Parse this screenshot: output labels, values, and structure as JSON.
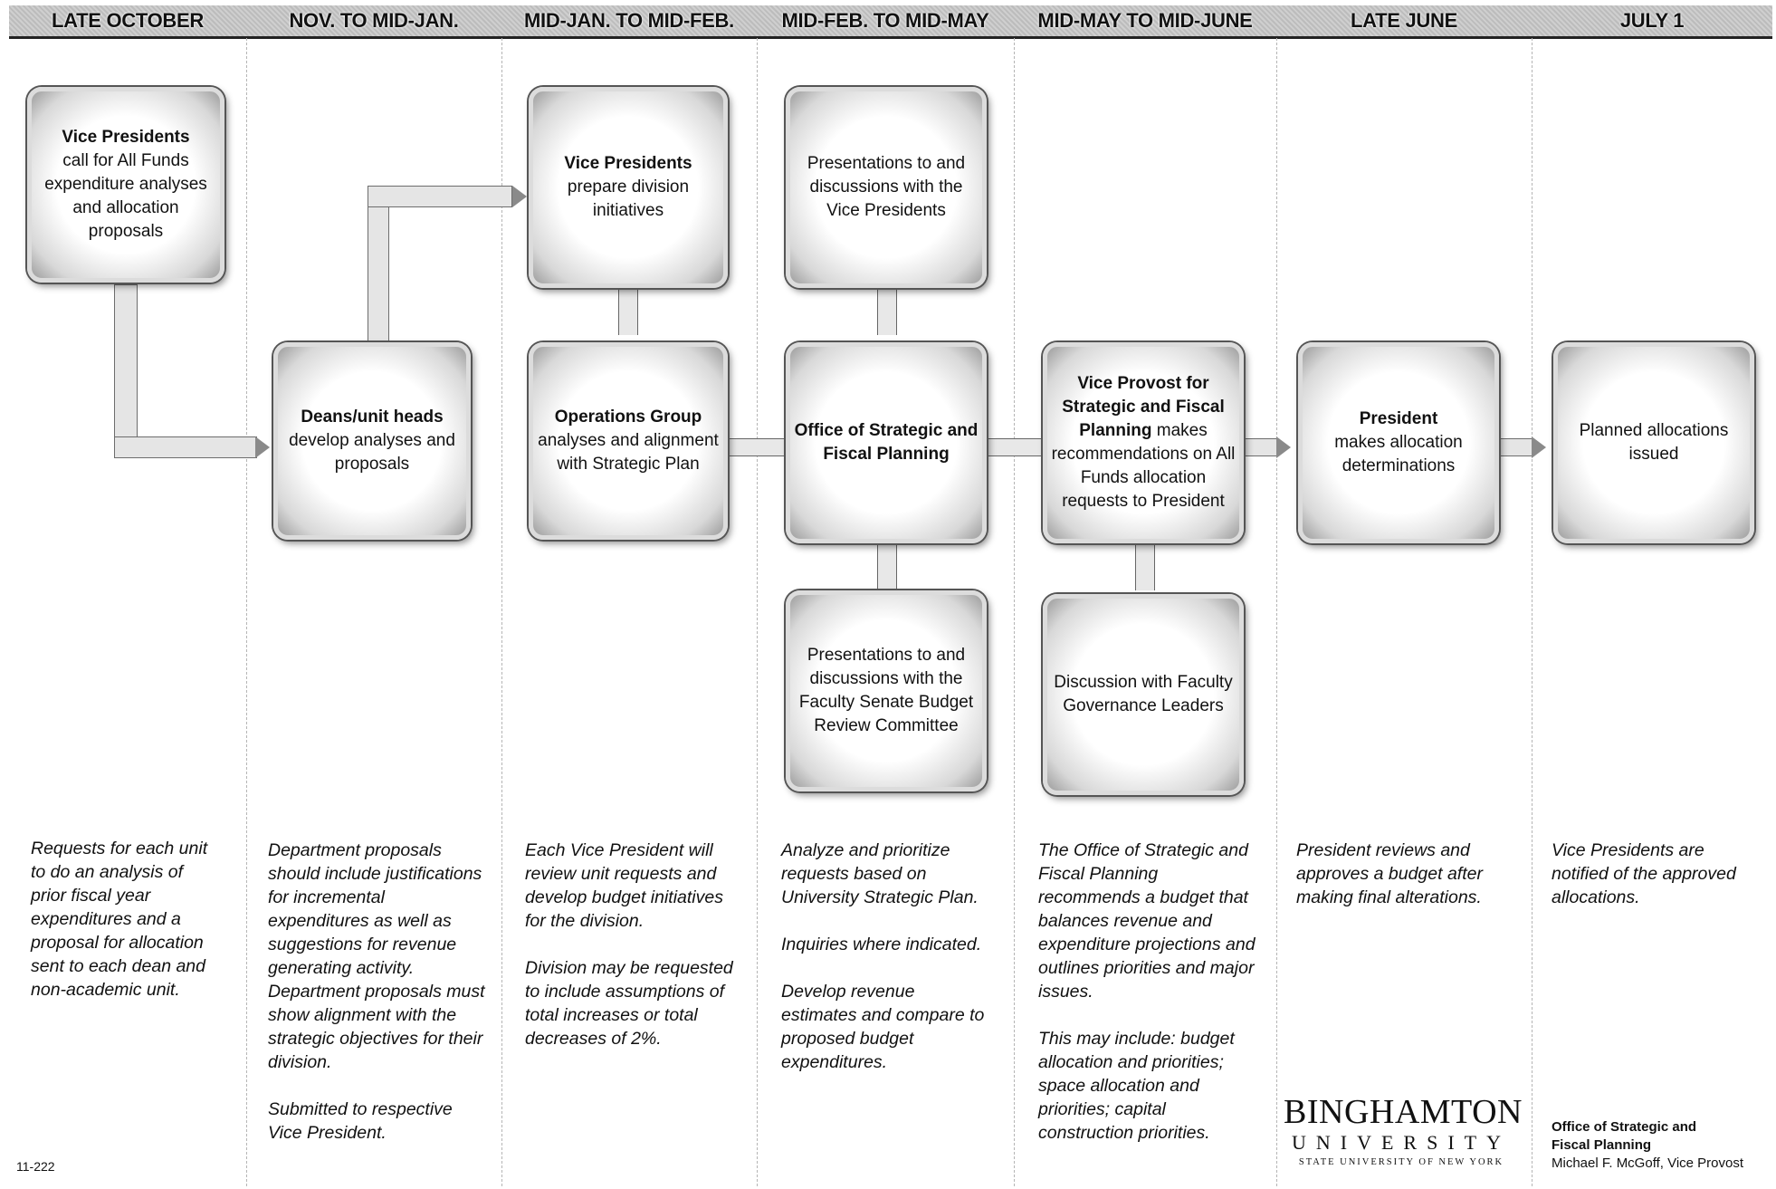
{
  "columns": [
    "LATE OCTOBER",
    "NOV. TO MID-JAN.",
    "MID-JAN. TO MID-FEB.",
    "MID-FEB. TO MID-MAY",
    "MID-MAY TO MID-JUNE",
    "LATE JUNE",
    "JULY 1"
  ],
  "boxes": {
    "vp_call": {
      "bold": "Vice Presidents",
      "text": "call for All Funds expenditure analyses and allocation proposals"
    },
    "deans": {
      "bold": "Deans/unit heads",
      "text": "develop analyses and proposals"
    },
    "vp_prepare": {
      "bold": "Vice Presidents",
      "text": "prepare division initiatives"
    },
    "ops_group": {
      "bold": "Operations Group",
      "text": "analyses and alignment with Strategic Plan"
    },
    "pres_vp": {
      "bold": "",
      "text": "Presentations to and discussions with the Vice Presidents"
    },
    "osfp": {
      "bold": "Office of Strategic and Fiscal Planning",
      "text": ""
    },
    "pres_senate": {
      "bold": "",
      "text": "Presentations to and discussions with the Faculty Senate Budget Review Committee"
    },
    "vice_provost": {
      "bold": "Vice Provost for Strategic and Fiscal Planning",
      "text": "makes recommendations on All Funds allocation requests to President"
    },
    "faculty_gov": {
      "bold": "",
      "text": "Discussion with Faculty Governance Leaders"
    },
    "president": {
      "bold": "President",
      "text": "makes allocation determinations"
    },
    "planned": {
      "bold": "",
      "text": "Planned allocations issued"
    }
  },
  "notes": {
    "col1": [
      "Requests for each unit to do an analysis of prior fiscal year expenditures and a proposal for allocation sent to each dean and non-academic unit."
    ],
    "col2": [
      "Department proposals should include justifications for incremental expenditures as well as suggestions for revenue generating activity. Department proposals must show alignment with the strategic objectives for their division.",
      "Submitted to respective Vice President."
    ],
    "col3": [
      "Each Vice President will review unit requests and develop budget initiatives for the division.",
      "Division may be requested to include assumptions of total increases or total decreases of 2%."
    ],
    "col4": [
      "Analyze and prioritize requests based on University Strategic Plan.",
      "Inquiries where indicated.",
      "Develop revenue estimates and compare to proposed budget expenditures."
    ],
    "col5": [
      "The Office of Strategic and Fiscal Planning recommends a budget that balances revenue and expenditure projections and outlines priorities and major issues.",
      "This may include: budget allocation and priorities; space allocation and priorities; capital construction priorities."
    ],
    "col6": [
      "President reviews and approves a budget after making final alterations."
    ],
    "col7": [
      "Vice Presidents are notified of the approved allocations."
    ]
  },
  "logo": {
    "name": "BINGHAMTON",
    "university": "UNIVERSITY",
    "suny": "STATE UNIVERSITY OF NEW YORK"
  },
  "office": {
    "line1": "Office of Strategic and",
    "line2": "Fiscal Planning",
    "line3": "Michael F. McGoff, Vice Provost"
  },
  "doc_id": "11-222"
}
